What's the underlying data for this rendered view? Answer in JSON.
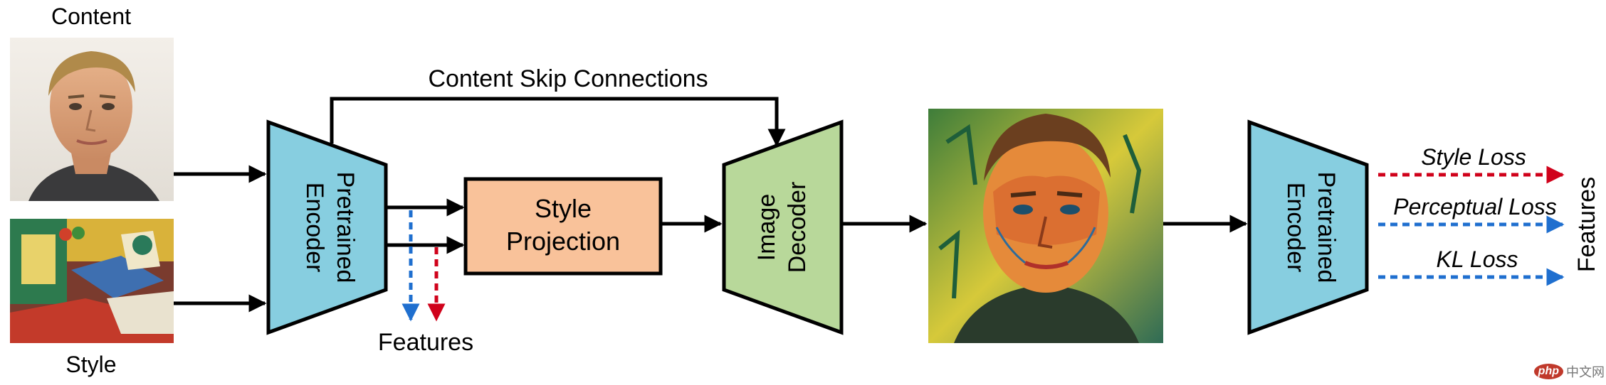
{
  "inputs": {
    "content_label": "Content",
    "style_label": "Style"
  },
  "encoder1": {
    "line1": "Pretrained",
    "line2": "Encoder"
  },
  "skip_label": "Content Skip Connections",
  "style_projection": {
    "line1": "Style",
    "line2": "Projection"
  },
  "features_label": "Features",
  "decoder": {
    "line1": "Image",
    "line2": "Decoder"
  },
  "encoder2": {
    "line1": "Pretrained",
    "line2": "Encoder"
  },
  "losses": {
    "style": "Style Loss",
    "perceptual": "Perceptual Loss",
    "kl": "KL Loss"
  },
  "features_right_label": "Features",
  "watermark": {
    "logo": "php",
    "text": "中文网"
  },
  "colors": {
    "encoder_fill": "#87CEE0",
    "projection_fill": "#F9C29A",
    "decoder_fill": "#B8D89A",
    "style_loss": "#D0021B",
    "perceptual_loss": "#1F6FCF",
    "kl_loss": "#1F6FCF"
  }
}
